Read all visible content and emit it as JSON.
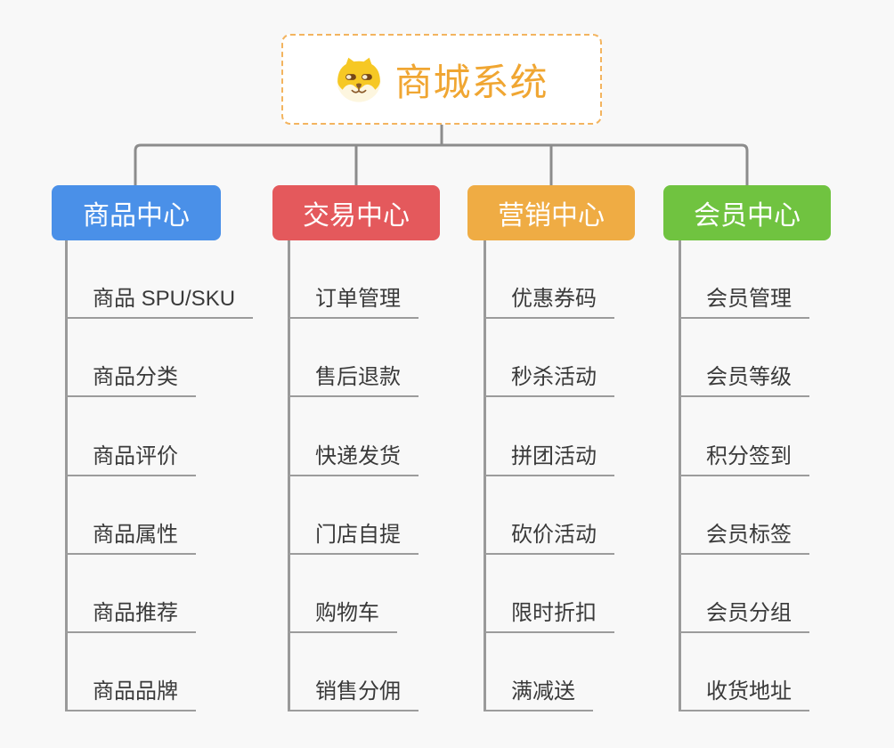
{
  "root": {
    "title": "商城系统",
    "icon": "dog-face-icon"
  },
  "branches": [
    {
      "label": "商品中心",
      "color": "#4a90e8",
      "items": [
        "商品 SPU/SKU",
        "商品分类",
        "商品评价",
        "商品属性",
        "商品推荐",
        "商品品牌"
      ]
    },
    {
      "label": "交易中心",
      "color": "#e4595c",
      "items": [
        "订单管理",
        "售后退款",
        "快递发货",
        "门店自提",
        "购物车",
        "销售分佣"
      ]
    },
    {
      "label": "营销中心",
      "color": "#efac44",
      "items": [
        "优惠券码",
        "秒杀活动",
        "拼团活动",
        "砍价活动",
        "限时折扣",
        "满减送"
      ]
    },
    {
      "label": "会员中心",
      "color": "#70c340",
      "items": [
        "会员管理",
        "会员等级",
        "积分签到",
        "会员标签",
        "会员分组",
        "收货地址"
      ]
    }
  ],
  "colors": {
    "root_accent": "#f0a632",
    "root_border": "#f3b45f",
    "connector": "#8c8c8c",
    "trunk": "#9a9a9a",
    "underline": "#9c9c9c",
    "item_text": "#3a3a3a",
    "node_text": "#ffffff",
    "background": "#f8f8f8"
  }
}
